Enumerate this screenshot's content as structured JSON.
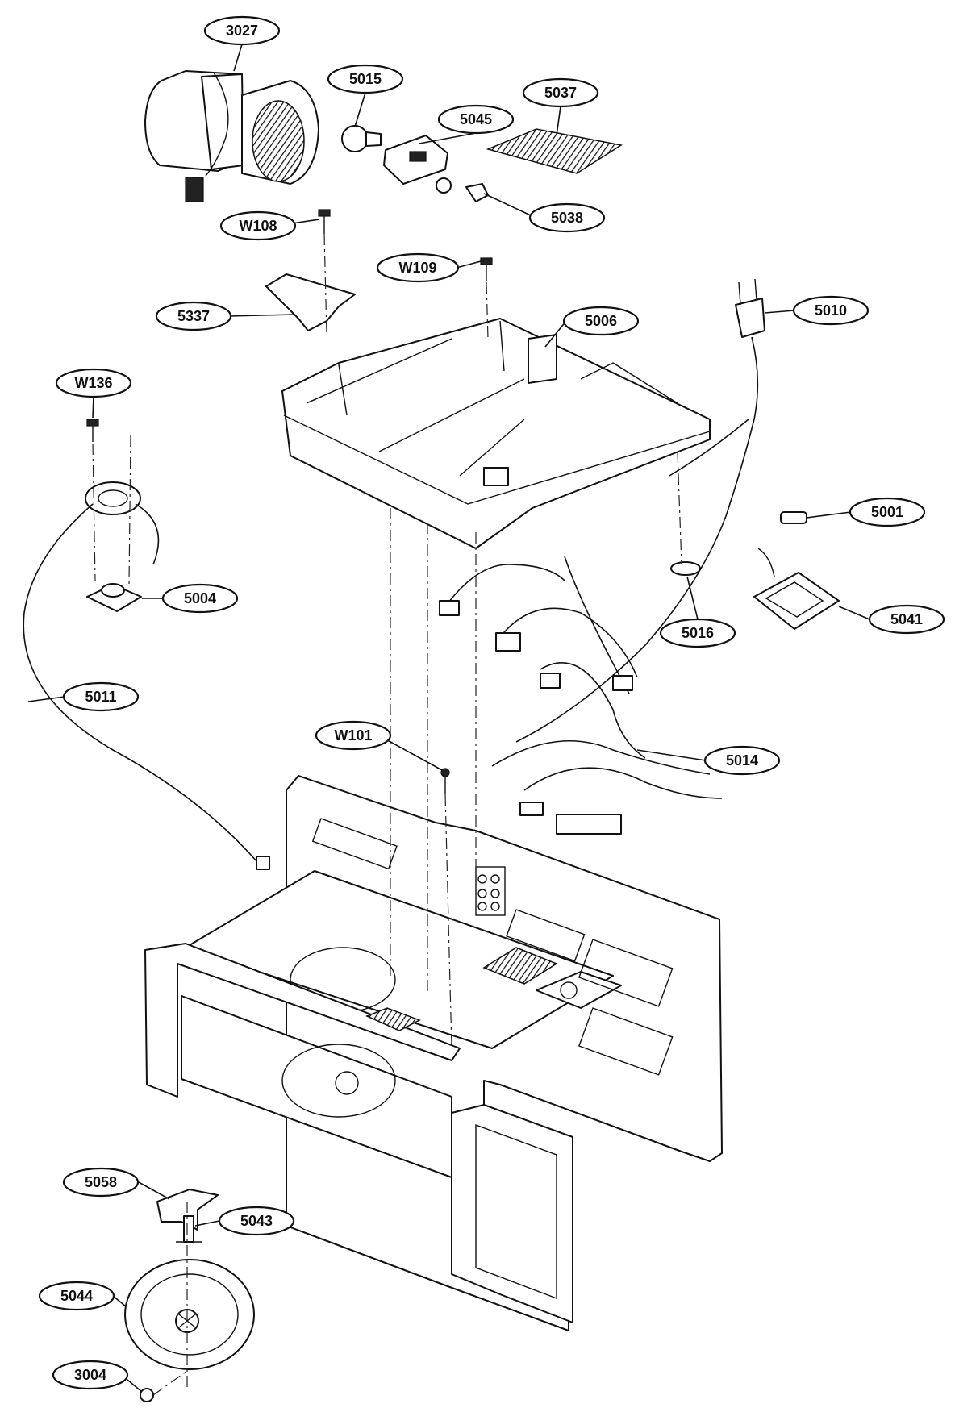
{
  "callouts": {
    "c3027": "3027",
    "c5015": "5015",
    "c5045": "5045",
    "c5037": "5037",
    "c5038": "5038",
    "cW108": "W108",
    "cW109": "W109",
    "c5337": "5337",
    "c5006": "5006",
    "c5010": "5010",
    "cW136": "W136",
    "c5001": "5001",
    "c5004": "5004",
    "c5016": "5016",
    "c5041": "5041",
    "c5011": "5011",
    "cW101": "W101",
    "c5014": "5014",
    "c5058": "5058",
    "c5043": "5043",
    "c5044": "5044",
    "c3004": "3004"
  },
  "colors": {
    "line": "#111111",
    "background": "#ffffff"
  }
}
